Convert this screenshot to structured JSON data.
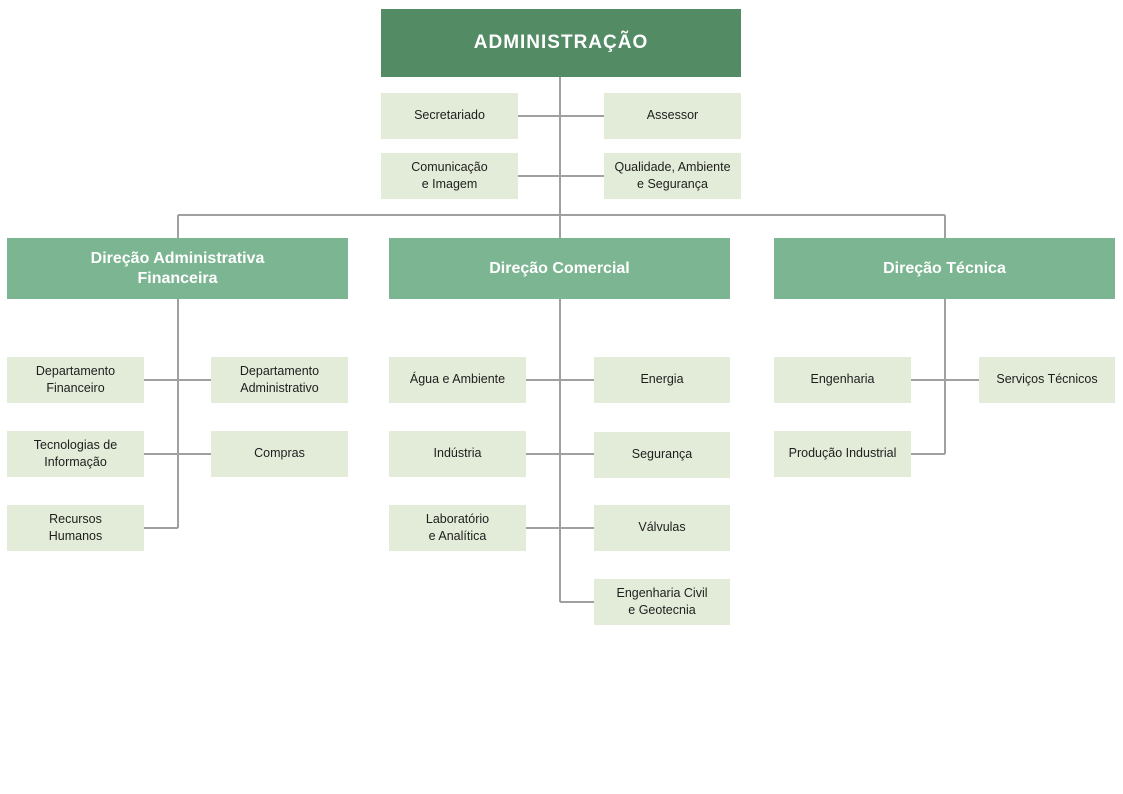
{
  "colors": {
    "top": "#528b64",
    "direction": "#7cb591",
    "unit": "#e3ecd9",
    "connector": "#a0a0a0"
  },
  "top": {
    "label": "ADMINISTRAÇÃO"
  },
  "staff": {
    "secretariado": "Secretariado",
    "assessor": "Assessor",
    "comunicacao": "Comunicação\ne Imagem",
    "qualidade": "Qualidade, Ambiente\ne Segurança"
  },
  "directions": {
    "administrativa": {
      "title": "Direção Administrativa\nFinanceira",
      "units": {
        "financeiro": "Departamento\nFinanceiro",
        "administrativo": "Departamento\nAdministrativo",
        "tecnologias": "Tecnologias de\nInformação",
        "compras": "Compras",
        "recursos": "Recursos\nHumanos"
      }
    },
    "comercial": {
      "title": "Direção Comercial",
      "units": {
        "agua": "Água e Ambiente",
        "energia": "Energia",
        "industria": "Indústria",
        "seguranca": "Segurança",
        "laboratorio": "Laboratório\ne Analítica",
        "valvulas": "Válvulas",
        "civil": "Engenharia Civil\ne Geotecnia"
      }
    },
    "tecnica": {
      "title": "Direção Técnica",
      "units": {
        "engenharia": "Engenharia",
        "servicos": "Serviços Técnicos",
        "producao": "Produção Industrial"
      }
    }
  }
}
